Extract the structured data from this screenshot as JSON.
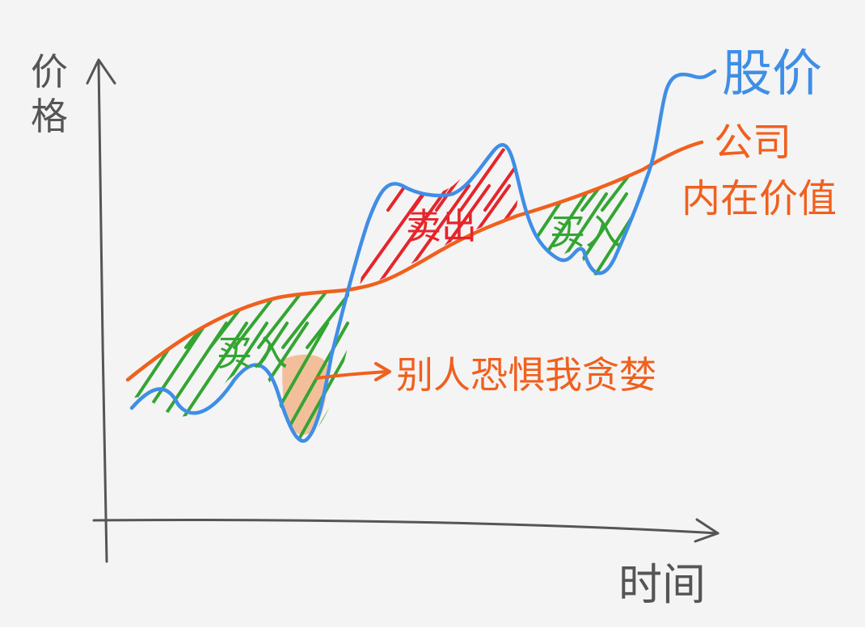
{
  "axes": {
    "y_label_line1": "价",
    "y_label_line2": "格",
    "x_label": "时间"
  },
  "series": {
    "stock_price": {
      "label": "股价",
      "color": "#3f8ee6"
    },
    "intrinsic_value": {
      "label_line1": "公司",
      "label_line2": "内在价值",
      "color": "#f0601e"
    }
  },
  "annotations": {
    "buy_1": "买入",
    "sell": "卖出",
    "buy_2": "买入",
    "callout": "别人恐惧我贪婪"
  },
  "colors": {
    "background": "#f4f4f4",
    "axis": "#555555",
    "buy_hatch": "#33a532",
    "sell_hatch": "#e5252b",
    "highlight": "#f3b991",
    "buy_text": "#33a532",
    "sell_text": "#e5252b"
  }
}
